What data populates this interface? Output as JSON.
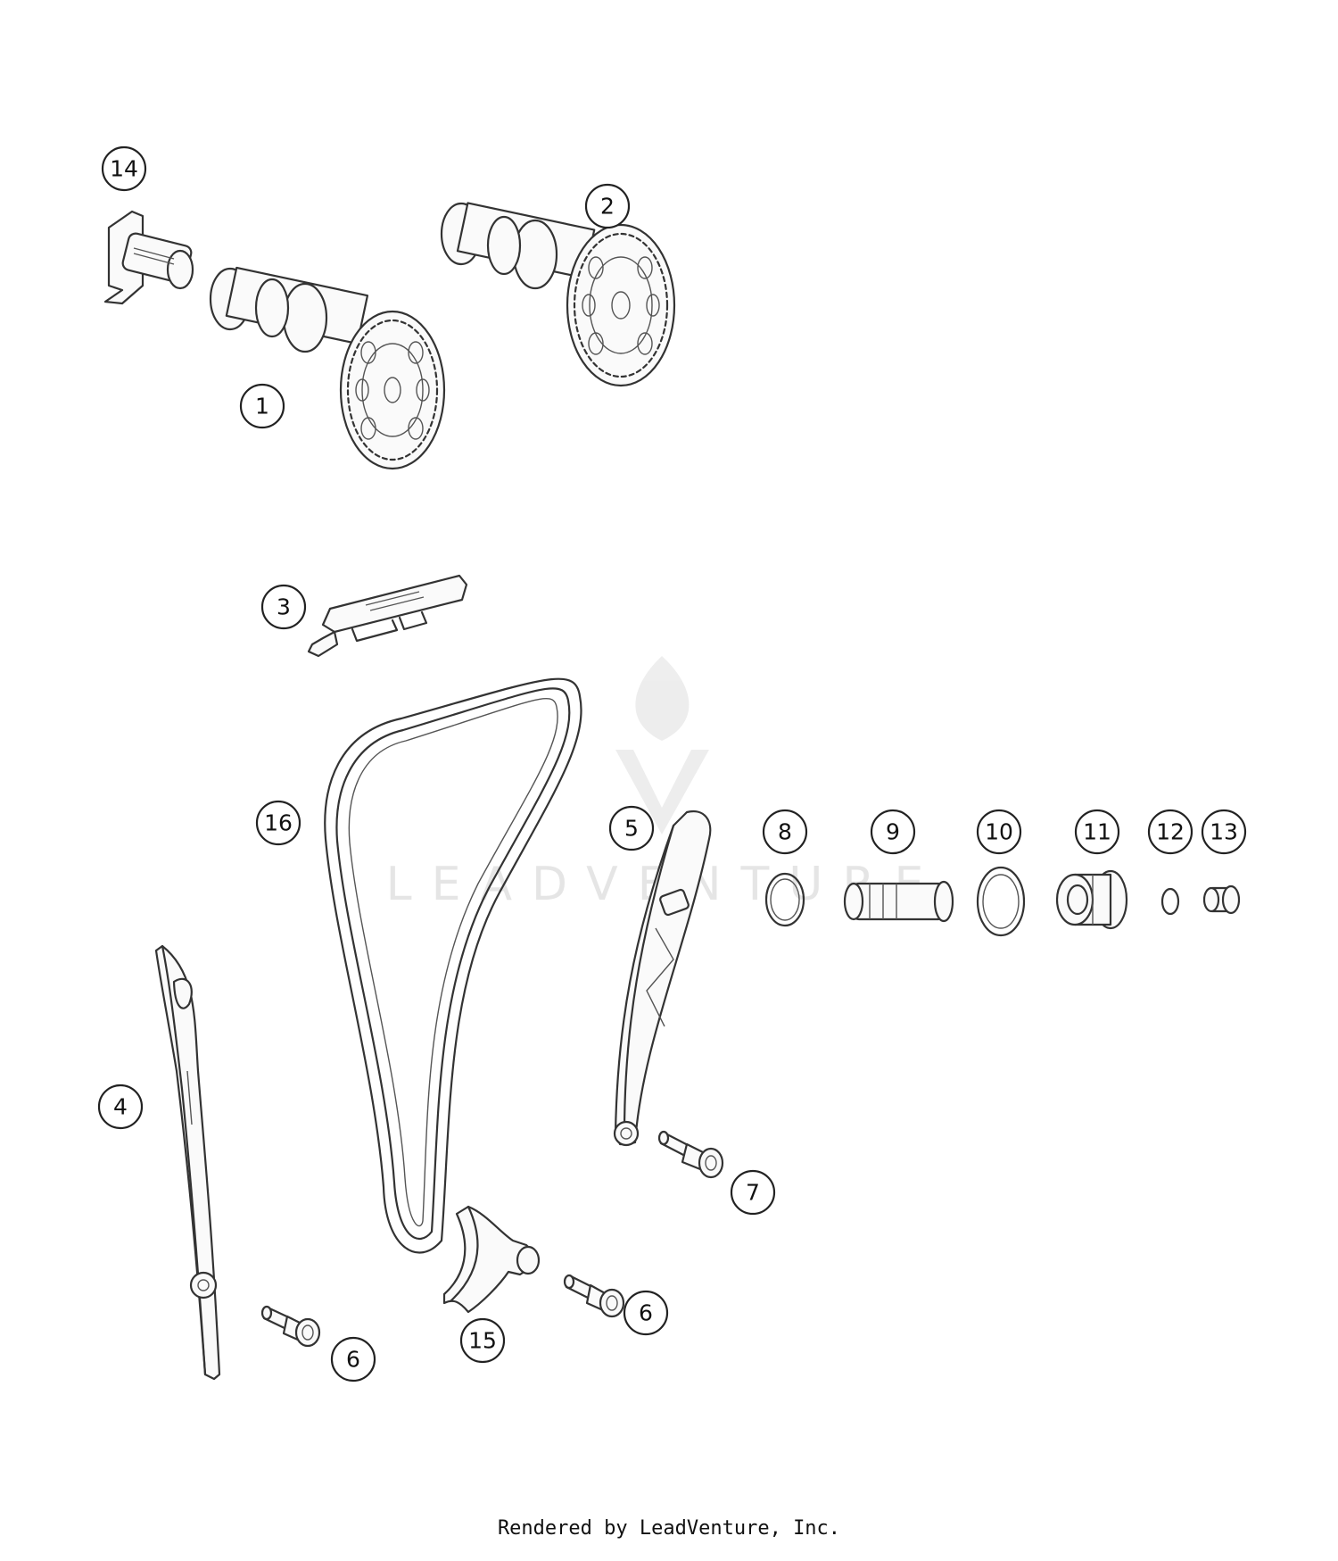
{
  "watermark": {
    "text": "LEADVENTURE",
    "color": "#e3e3e3"
  },
  "footer": {
    "credit": "Rendered by LeadVenture, Inc."
  },
  "callouts": [
    {
      "id": "c14",
      "label": "14"
    },
    {
      "id": "c2",
      "label": "2"
    },
    {
      "id": "c1",
      "label": "1"
    },
    {
      "id": "c3",
      "label": "3"
    },
    {
      "id": "c16",
      "label": "16"
    },
    {
      "id": "c5",
      "label": "5"
    },
    {
      "id": "c8",
      "label": "8"
    },
    {
      "id": "c9",
      "label": "9"
    },
    {
      "id": "c10",
      "label": "10"
    },
    {
      "id": "c11",
      "label": "11"
    },
    {
      "id": "c12",
      "label": "12"
    },
    {
      "id": "c13",
      "label": "13"
    },
    {
      "id": "c4",
      "label": "4"
    },
    {
      "id": "c7",
      "label": "7"
    },
    {
      "id": "c6a",
      "label": "6"
    },
    {
      "id": "c6b",
      "label": "6"
    },
    {
      "id": "c15",
      "label": "15"
    }
  ]
}
